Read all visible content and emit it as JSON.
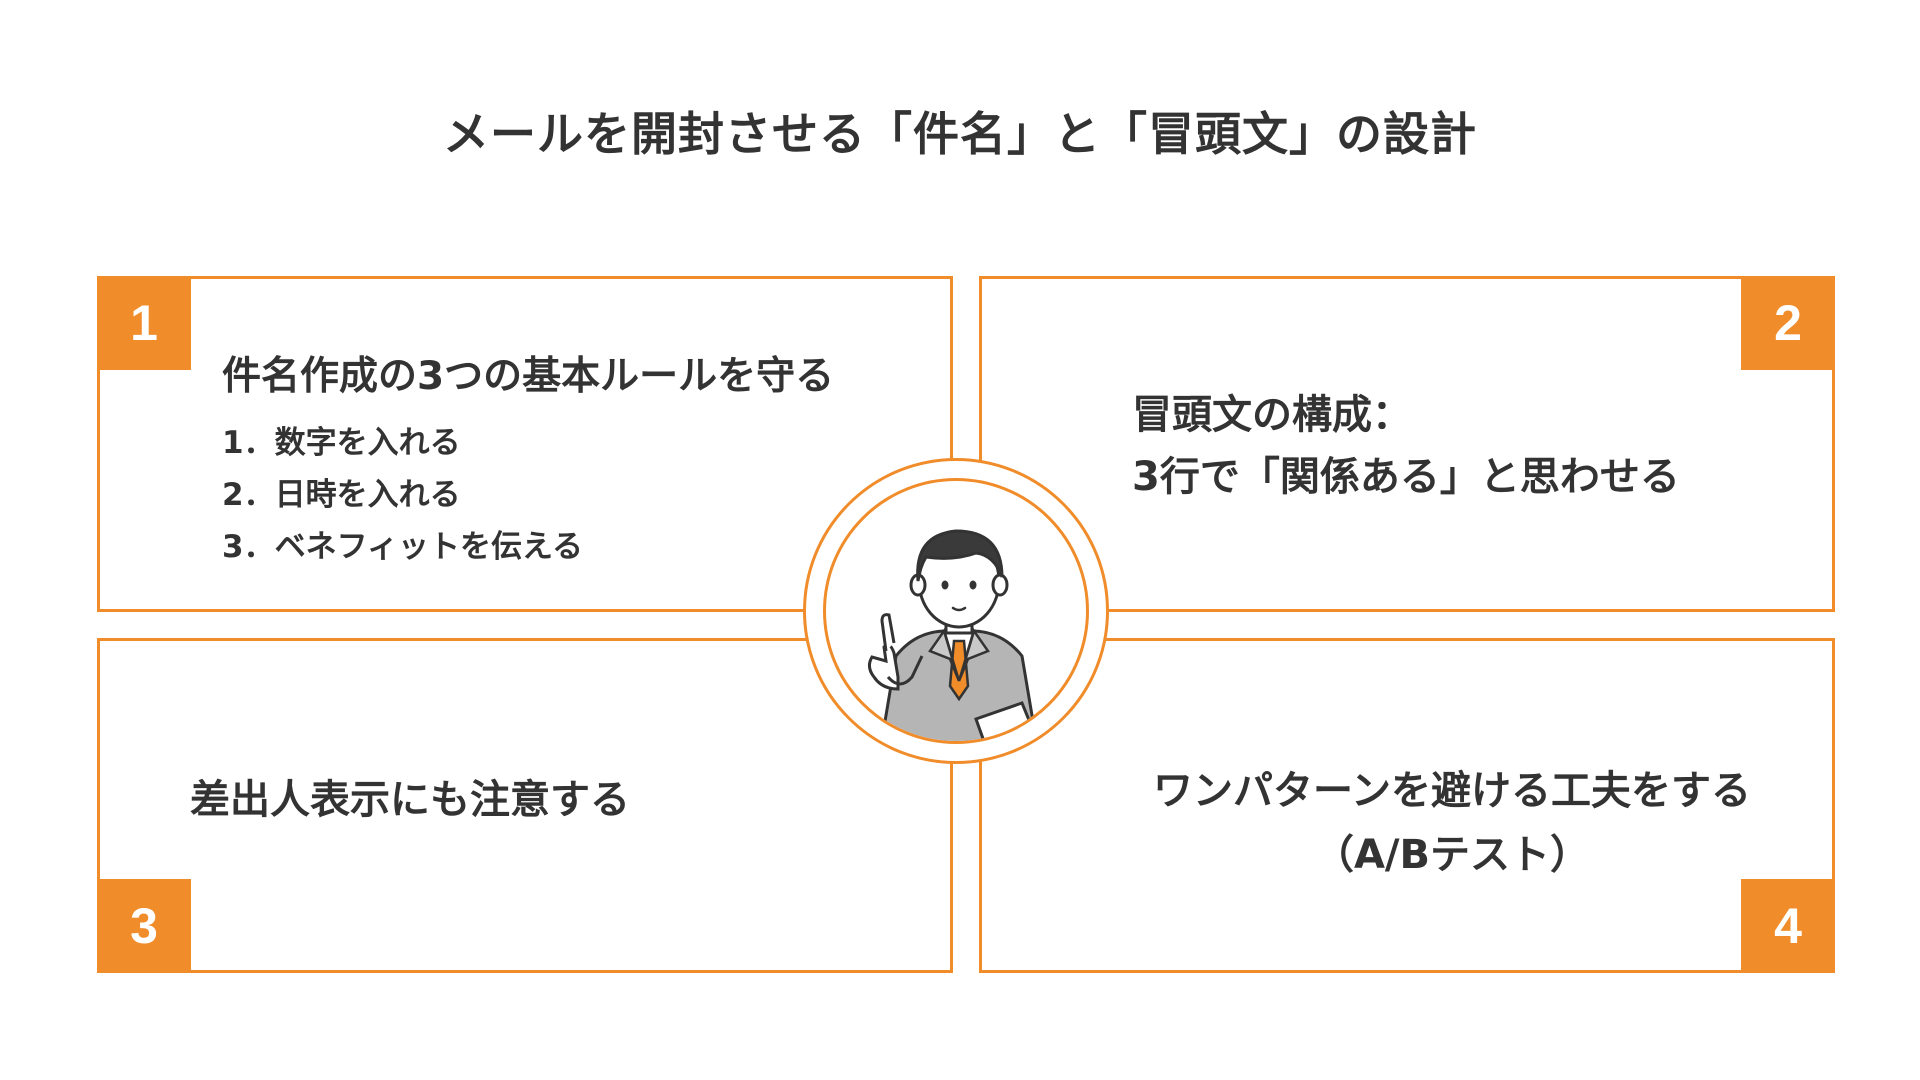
{
  "title": "メールを開封させる「件名」と「冒頭文」の設計",
  "panels": [
    {
      "number": "1",
      "heading": "件名作成の3つの基本ルールを守る",
      "items": [
        "1．数字を入れる",
        "2．日時を入れる",
        "3．ベネフィットを伝える"
      ]
    },
    {
      "number": "2",
      "heading_lines": [
        "冒頭文の構成：",
        "3行で「関係ある」と思わせる"
      ]
    },
    {
      "number": "3",
      "heading": "差出人表示にも注意する"
    },
    {
      "number": "4",
      "heading_lines": [
        "ワンパターンを避ける工夫をする",
        "（A/Bテスト）"
      ]
    }
  ],
  "center_figure": "businessman-pointing-icon",
  "colors": {
    "accent": "#f08c2a",
    "text": "#333333",
    "background": "#ffffff"
  }
}
